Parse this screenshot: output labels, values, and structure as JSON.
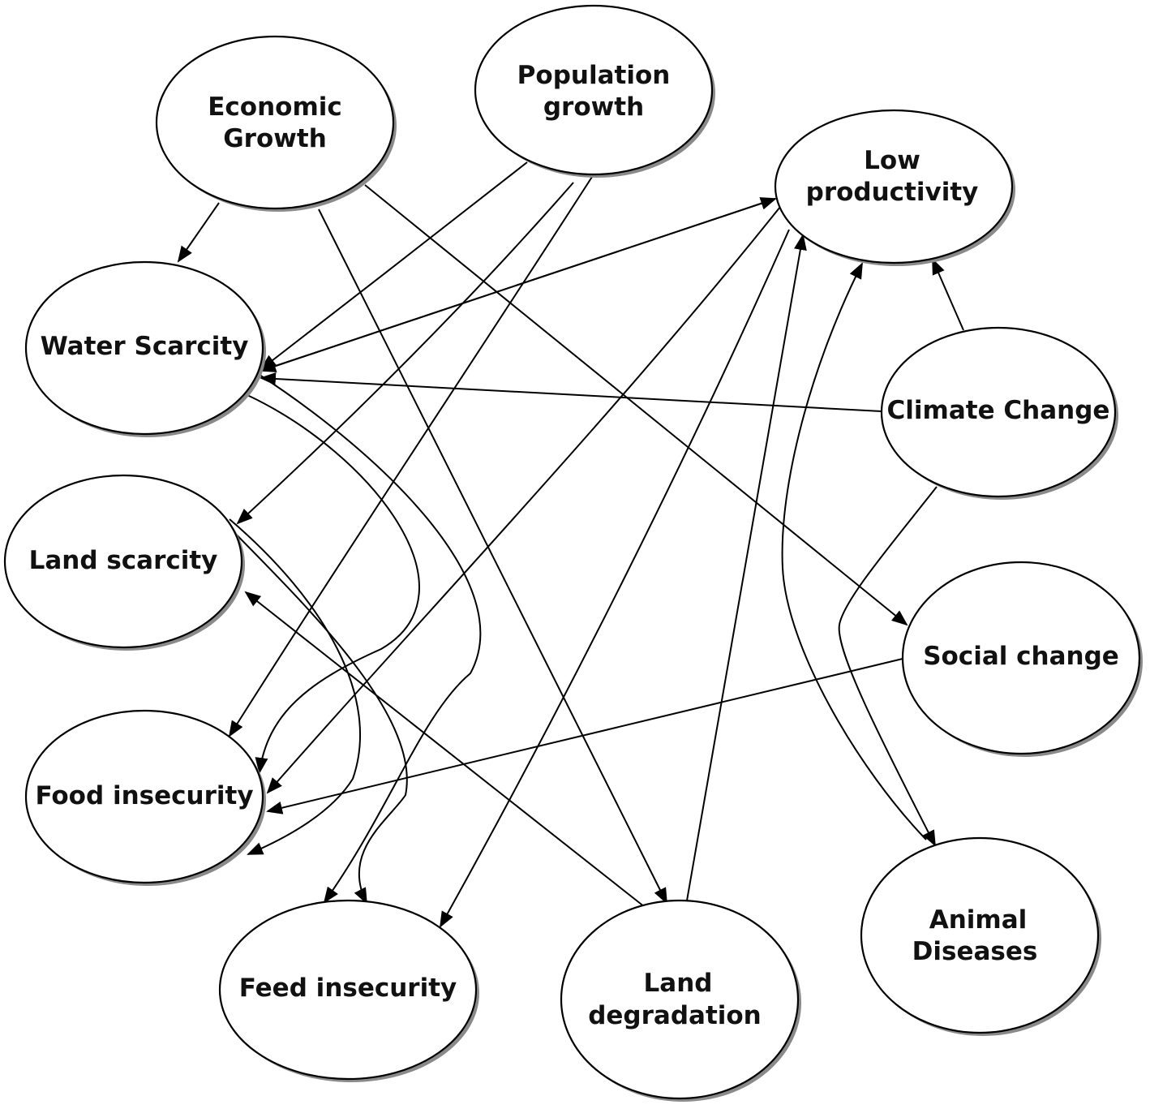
{
  "diagram": {
    "type": "causal-network",
    "colors": {
      "node_fill": "#ffffff",
      "node_stroke": "#000000",
      "node_shadow": "#8a8a8a",
      "edge": "#000000",
      "text": "#111111"
    },
    "nodes": [
      {
        "id": "economic-growth",
        "lines": [
          "Economic",
          "Growth"
        ]
      },
      {
        "id": "population-growth",
        "lines": [
          "Population",
          "growth"
        ]
      },
      {
        "id": "low-productivity",
        "lines": [
          "Low",
          "productivity"
        ]
      },
      {
        "id": "water-scarcity",
        "lines": [
          "Water Scarcity"
        ]
      },
      {
        "id": "climate-change",
        "lines": [
          "Climate Change"
        ]
      },
      {
        "id": "land-scarcity",
        "lines": [
          "Land scarcity"
        ]
      },
      {
        "id": "social-change",
        "lines": [
          "Social change"
        ]
      },
      {
        "id": "food-insecurity",
        "lines": [
          "Food insecurity"
        ]
      },
      {
        "id": "feed-insecurity",
        "lines": [
          "Feed insecurity"
        ]
      },
      {
        "id": "land-degradation",
        "lines": [
          "Land",
          "degradation"
        ]
      },
      {
        "id": "animal-diseases",
        "lines": [
          "Animal",
          "Diseases"
        ]
      }
    ],
    "edges": [
      {
        "from": "economic-growth",
        "to": "water-scarcity"
      },
      {
        "from": "economic-growth",
        "to": "land-degradation"
      },
      {
        "from": "economic-growth",
        "to": "social-change"
      },
      {
        "from": "population-growth",
        "to": "water-scarcity"
      },
      {
        "from": "population-growth",
        "to": "land-scarcity"
      },
      {
        "from": "population-growth",
        "to": "food-insecurity"
      },
      {
        "from": "water-scarcity",
        "to": "low-productivity"
      },
      {
        "from": "low-productivity",
        "to": "water-scarcity"
      },
      {
        "from": "climate-change",
        "to": "water-scarcity"
      },
      {
        "from": "climate-change",
        "to": "low-productivity"
      },
      {
        "from": "climate-change",
        "to": "animal-diseases"
      },
      {
        "from": "low-productivity",
        "to": "food-insecurity"
      },
      {
        "from": "low-productivity",
        "to": "feed-insecurity"
      },
      {
        "from": "water-scarcity",
        "to": "food-insecurity"
      },
      {
        "from": "water-scarcity",
        "to": "feed-insecurity"
      },
      {
        "from": "land-scarcity",
        "to": "food-insecurity"
      },
      {
        "from": "land-scarcity",
        "to": "feed-insecurity"
      },
      {
        "from": "land-degradation",
        "to": "land-scarcity"
      },
      {
        "from": "land-degradation",
        "to": "low-productivity"
      },
      {
        "from": "animal-diseases",
        "to": "low-productivity"
      },
      {
        "from": "social-change",
        "to": "food-insecurity"
      }
    ]
  }
}
